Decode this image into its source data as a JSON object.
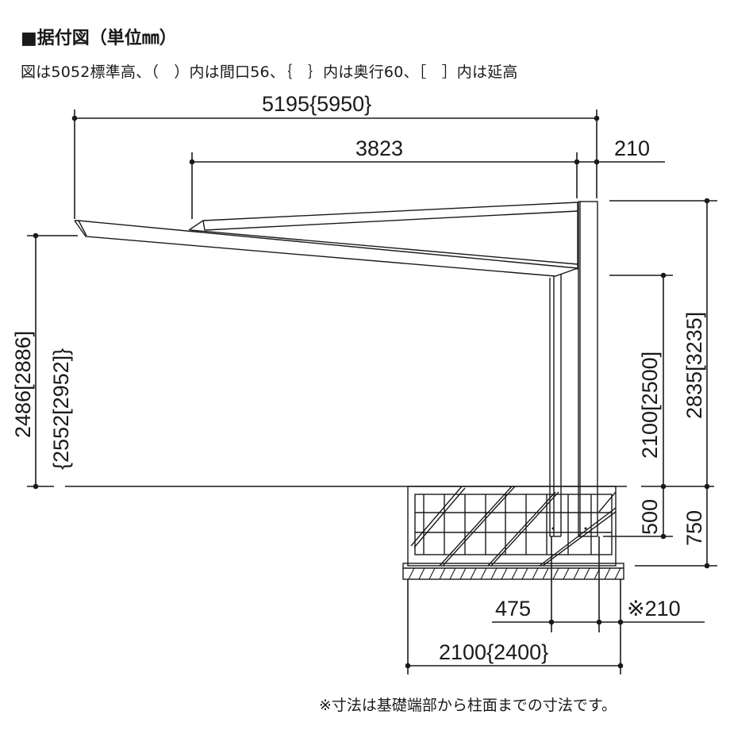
{
  "header": {
    "title": "■据付図（単位㎜）",
    "legend": "図は5052標準高、（　）内は間口56、｛　｝内は奥行60、［　］内は延高"
  },
  "dimensions": {
    "top_overall": "5195{5950}",
    "top_inner": "3823",
    "top_post": "210",
    "left_outer": "2486[2886]",
    "left_inner": "{2552[2952]}",
    "right_clearance": "2100[2500]",
    "right_overall": "2835[3235]",
    "right_embed": "500",
    "right_foundation": "750",
    "bottom_offset": "475",
    "bottom_post": "※210",
    "bottom_foundation": "2100{2400}"
  },
  "footer": {
    "note": "※寸法は基礎端部から柱面までの寸法です。"
  },
  "colors": {
    "line": "#1a1a1a",
    "background": "#ffffff"
  }
}
